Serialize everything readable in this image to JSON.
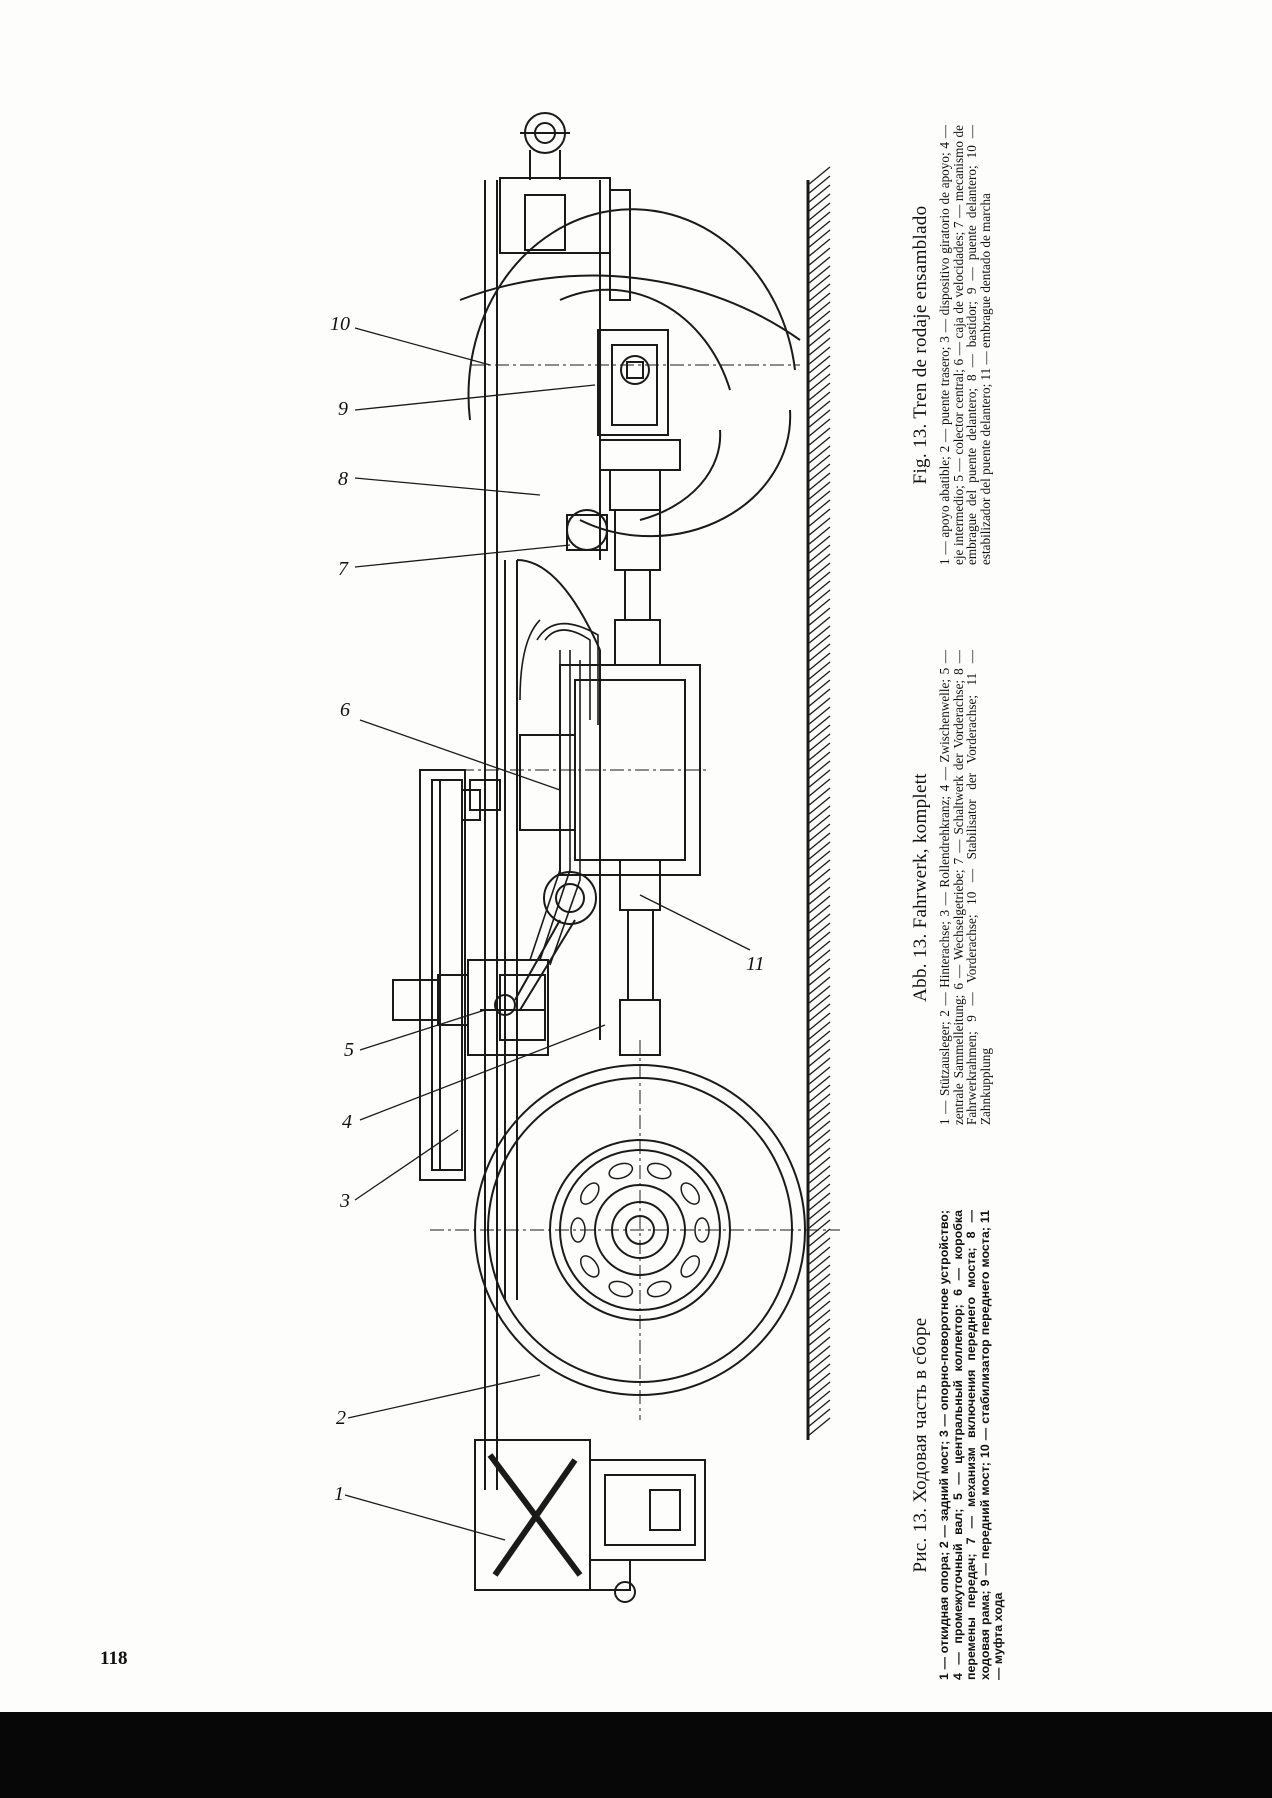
{
  "page_number": "118",
  "figure": {
    "callouts": [
      "1",
      "2",
      "3",
      "4",
      "5",
      "6",
      "7",
      "8",
      "9",
      "10",
      "11"
    ]
  },
  "captions": {
    "ru": {
      "title": "Рис. 13. Ходовая часть в сборе",
      "legend": "1 — откидная опора; 2 — задний мост; 3 — опорно-поворотное устройство; 4 — промежуточный вал; 5 — центральный коллектор; 6 — коробка перемены передач; 7 — механизм включения переднего моста; 8 — ходовая рама; 9 — передний мост; 10 — стабилизатор переднего моста; 11 — муфта хода"
    },
    "de": {
      "title": "Abb. 13. Fahrwerk, komplett",
      "legend": "1 — Stützausleger; 2 — Hinterachse; 3 — Rollendrehkranz; 4 — Zwischenwelle; 5 — zentrale Sammelleitung; 6 — Wechselgetriebe; 7 — Schaltwerk der Vorderachse; 8 — Fahrwerkrahmen; 9 — Vorderachse; 10 — Stabilisator der Vorderachse; 11 — Zahnkupplung"
    },
    "es": {
      "title": "Fig. 13. Tren de rodaje ensamblado",
      "legend": "1 — apoyo abatible; 2 — puente trasero; 3 — dispositivo giratorio de apoyo; 4 — eje intermedio; 5 — colector central; 6 — caja de velocidades; 7 — mecanismo de embrague del puente delantero; 8 — bastidor; 9 — puente delantero; 10 — estabilizador del puente delantero; 11 — embrague dentado de marcha"
    }
  }
}
